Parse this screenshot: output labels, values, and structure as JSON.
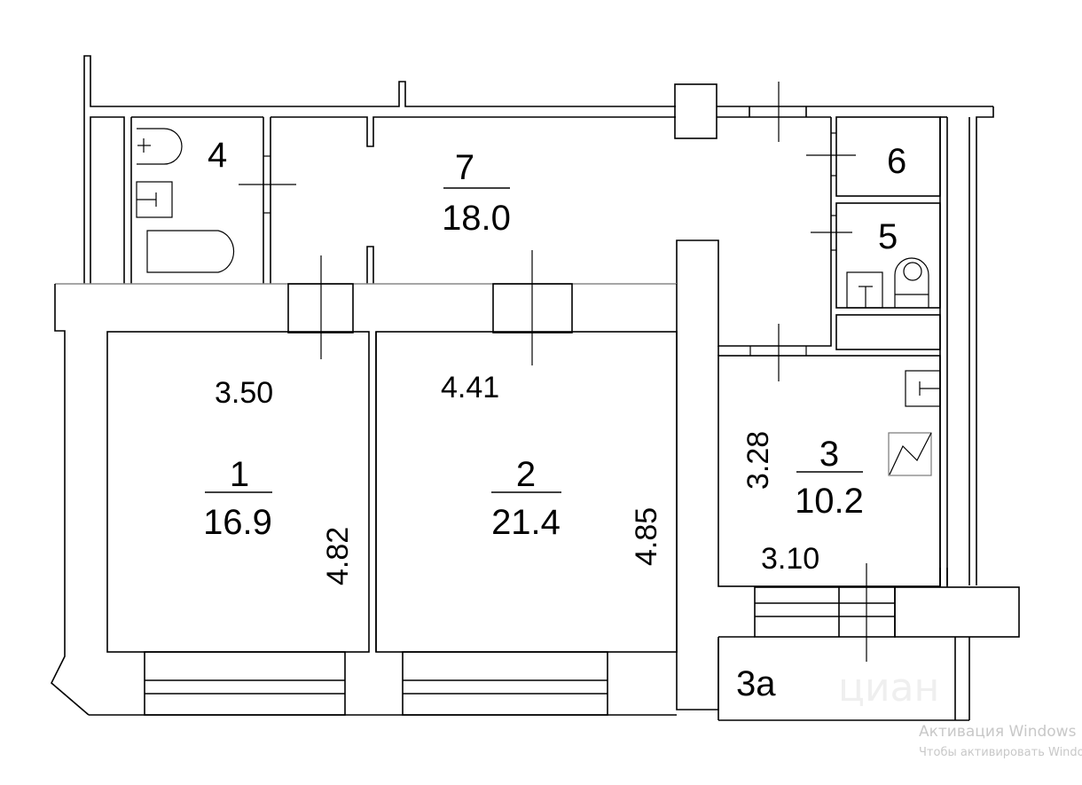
{
  "plan": {
    "rooms": [
      {
        "id": "1",
        "area": "16.9",
        "dims": [
          "3.50",
          "4.82"
        ]
      },
      {
        "id": "2",
        "area": "21.4",
        "dims": [
          "4.41",
          "4.85"
        ]
      },
      {
        "id": "3",
        "area": "10.2",
        "dims": [
          "3.28",
          "3.10"
        ]
      },
      {
        "id": "3а"
      },
      {
        "id": "4"
      },
      {
        "id": "5"
      },
      {
        "id": "6"
      },
      {
        "id": "7",
        "area": "18.0"
      }
    ],
    "fixtures": [
      "toilet-icon",
      "sink-icon",
      "bathtub-icon",
      "stove-icon",
      "kitchen-sink-icon",
      "ventilation-icon"
    ],
    "line_color": "#000000",
    "background": "#ffffff"
  },
  "watermark": {
    "logo_text": "циан",
    "line1": "Активация Windows",
    "line2": "Чтобы активировать Windows"
  }
}
